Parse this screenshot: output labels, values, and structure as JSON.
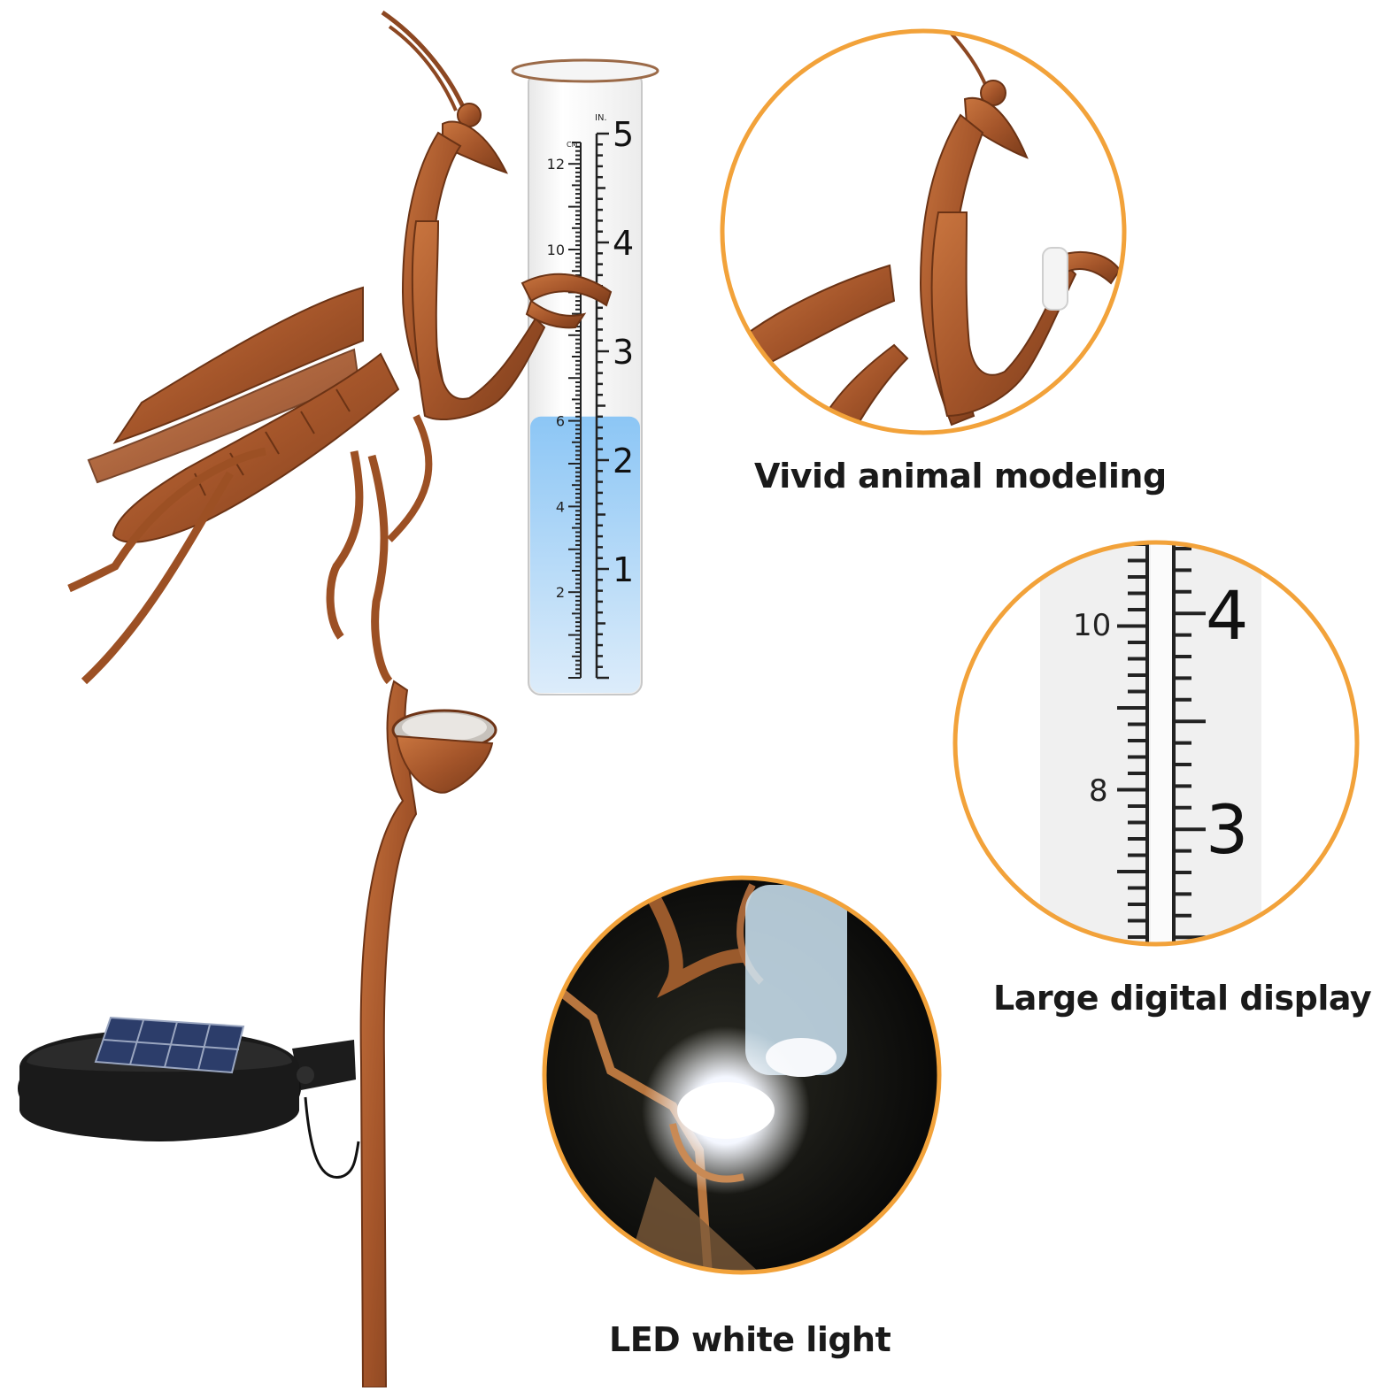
{
  "captions": {
    "animal_modeling": "Vivid animal modeling",
    "digital_display": "Large digital display",
    "led_light": "LED white light"
  },
  "gauge": {
    "inch_unit": "IN.",
    "cm_unit": "CM",
    "inch_labels": [
      "5",
      "4",
      "3",
      "2",
      "1"
    ],
    "cm_labels": [
      "12",
      "10",
      "6",
      "4",
      "2"
    ],
    "water_level_inches": 2.4
  },
  "zoom_display": {
    "cm_labels": [
      "10",
      "8"
    ],
    "inch_labels": [
      "4",
      "3"
    ]
  },
  "colors": {
    "ring": "#f2a23a",
    "copper": "#a85a2c",
    "water": "#9ccbf2",
    "text": "#1a1a1a"
  }
}
